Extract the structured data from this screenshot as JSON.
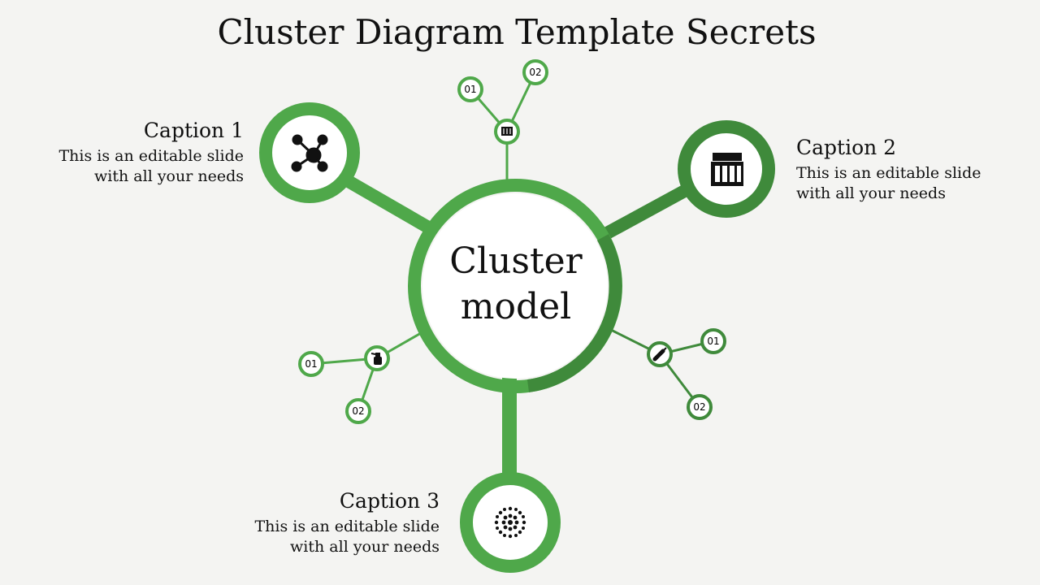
{
  "title": "Cluster Diagram Template Secrets",
  "center": {
    "line1": "Cluster",
    "line2": "model"
  },
  "colors": {
    "green": "#4fa84a",
    "dark_green": "#3f8a3b",
    "background": "#f4f4f2"
  },
  "captions": [
    {
      "heading": "Caption 1",
      "line1": "This is an editable slide",
      "line2": "with all your needs",
      "icon": "network-hub-icon"
    },
    {
      "heading": "Caption 2",
      "line1": "This is an editable slide",
      "line2": "with all your needs",
      "icon": "storefront-icon"
    },
    {
      "heading": "Caption 3",
      "line1": "This is an editable slide",
      "line2": "with all your needs",
      "icon": "dotted-sunburst-icon"
    }
  ],
  "small_nodes": [
    {
      "icon": "document-icon",
      "a": "01",
      "b": "02"
    },
    {
      "icon": "spray-bottle-icon",
      "a": "01",
      "b": "02"
    },
    {
      "icon": "tool-icon",
      "a": "01",
      "b": "02"
    }
  ]
}
